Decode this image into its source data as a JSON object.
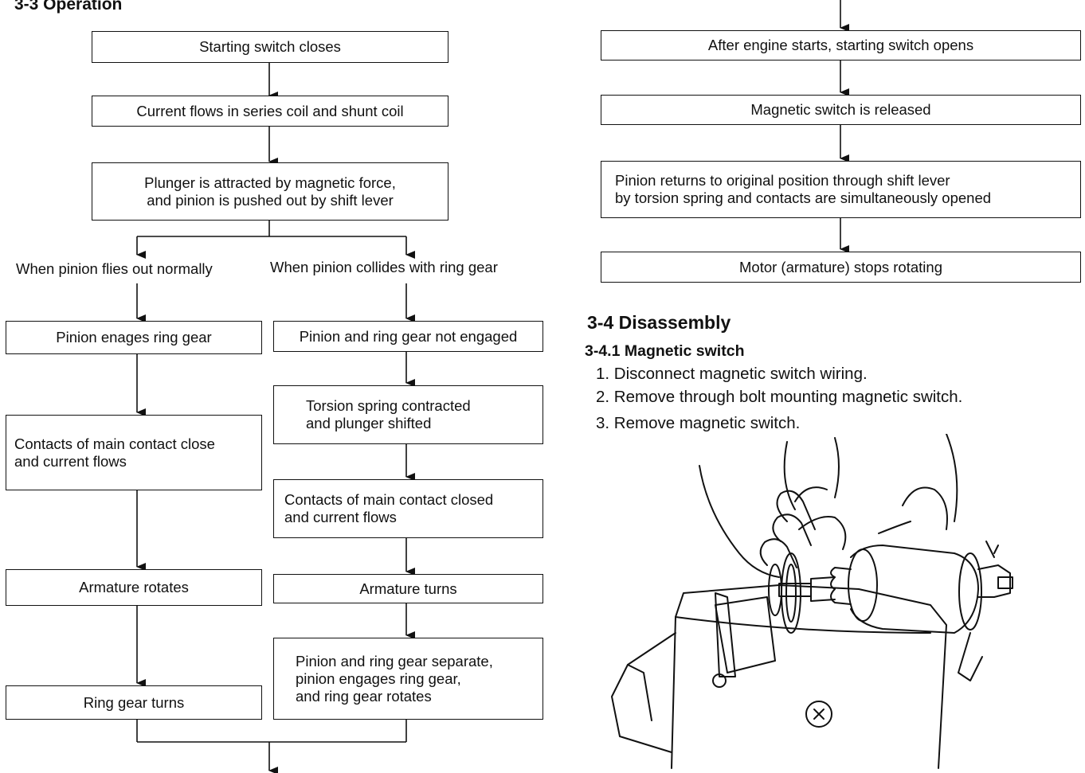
{
  "section_operation": {
    "heading": "3-3 Operation"
  },
  "flow_left": {
    "starting_switch": "Starting switch closes",
    "current_flows": "Current flows in series coil and shunt coil",
    "plunger": "Plunger is attracted by magnetic force,\nand pinion is pushed out by shift lever",
    "branch_normal": "When pinion flies out normally",
    "branch_collide": "When pinion collides with ring gear",
    "normal_steps": [
      "Pinion enages ring gear",
      "Contacts of main contact close\nand current flows",
      "Armature rotates",
      "Ring gear turns"
    ],
    "collide_steps": [
      "Pinion and ring gear not engaged",
      "Torsion spring contracted\nand plunger shifted",
      "Contacts of main contact closed\nand current flows",
      "Armature turns",
      "Pinion and ring gear separate,\npinion engages ring gear,\nand ring gear rotates"
    ]
  },
  "flow_right": {
    "steps": [
      "After engine starts, starting switch opens",
      "Magnetic switch is released",
      "Pinion returns to original position through shift lever\nby torsion spring and contacts are simultaneously opened",
      "Motor (armature) stops rotating"
    ]
  },
  "section_disassembly": {
    "heading": "3-4 Disassembly",
    "subheading": "3-4.1 Magnetic switch",
    "steps": [
      "1.  Disconnect magnetic switch wiring.",
      "2.  Remove through bolt mounting magnetic switch.",
      "3.  Remove magnetic switch."
    ]
  }
}
